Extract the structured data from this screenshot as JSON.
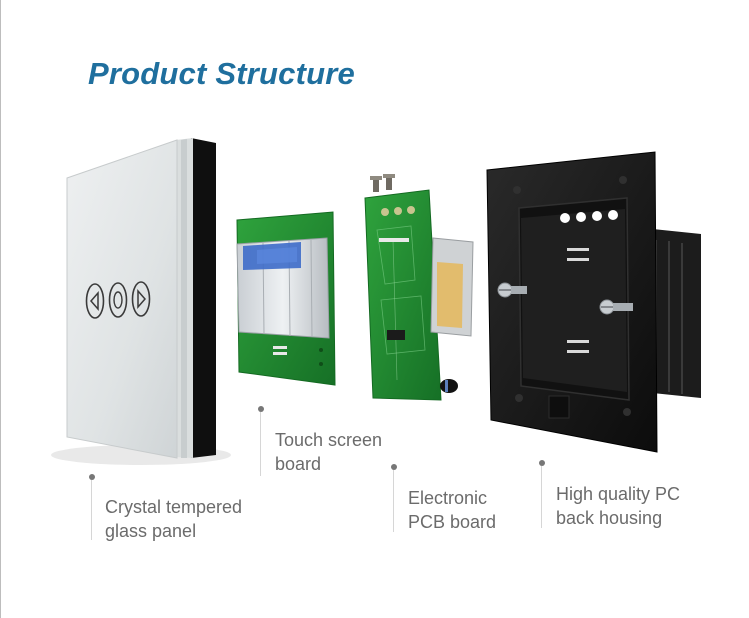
{
  "title": "Product Structure",
  "components": [
    {
      "name": "glass-panel",
      "label_line1": "Crystal tempered",
      "label_line2": "glass panel"
    },
    {
      "name": "touch-screen-board",
      "label_line1": "Touch screen",
      "label_line2": "board"
    },
    {
      "name": "pcb-board",
      "label_line1": "Electronic",
      "label_line2": "PCB board"
    },
    {
      "name": "back-housing",
      "label_line1": "High quality PC",
      "label_line2": "back housing"
    }
  ],
  "colors": {
    "title": "#1f6f9e",
    "label": "#6b6b6b",
    "glass": "#e4e7e8",
    "pcb": "#1f8a2f",
    "housing": "#151515"
  },
  "icons": [
    "left-arrow-icon",
    "center-circle-icon",
    "right-arrow-icon"
  ]
}
